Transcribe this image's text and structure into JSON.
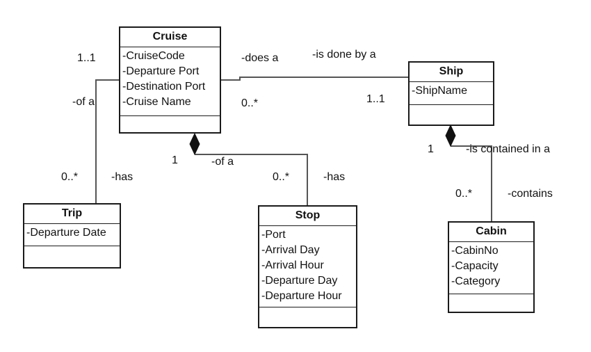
{
  "classes": {
    "cruise": {
      "name": "Cruise",
      "attributes": [
        "-CruiseCode",
        "-Departure Port",
        "-Destination Port",
        "-Cruise Name"
      ]
    },
    "ship": {
      "name": "Ship",
      "attributes": [
        "-ShipName"
      ]
    },
    "trip": {
      "name": "Trip",
      "attributes": [
        "-Departure Date"
      ]
    },
    "stop": {
      "name": "Stop",
      "attributes": [
        "-Port",
        "-Arrival Day",
        "-Arrival Hour",
        "-Departure Day",
        "-Departure Hour"
      ]
    },
    "cabin": {
      "name": "Cabin",
      "attributes": [
        "-CabinNo",
        "-Capacity",
        "-Category"
      ]
    }
  },
  "associations": {
    "cruise_ship": {
      "cruise_multiplicity": "0..*",
      "ship_multiplicity": "1..1",
      "forward_role": "-does a",
      "reverse_role": "-is done by a"
    },
    "cruise_trip": {
      "cruise_multiplicity": "1..1",
      "trip_multiplicity": "0..*",
      "role_cruise_end": "-of a",
      "role_trip_end": "-has"
    },
    "cruise_stop": {
      "cruise_multiplicity": "1",
      "stop_multiplicity": "0..*",
      "role_cruise_end": "-of a",
      "role_stop_end": "-has"
    },
    "ship_cabin": {
      "ship_multiplicity": "1",
      "cabin_multiplicity": "0..*",
      "role_ship_end": "-is contained in a",
      "role_cabin_end": "-contains"
    }
  },
  "colors": {
    "line": "#555555",
    "border": "#1a1a1a"
  }
}
